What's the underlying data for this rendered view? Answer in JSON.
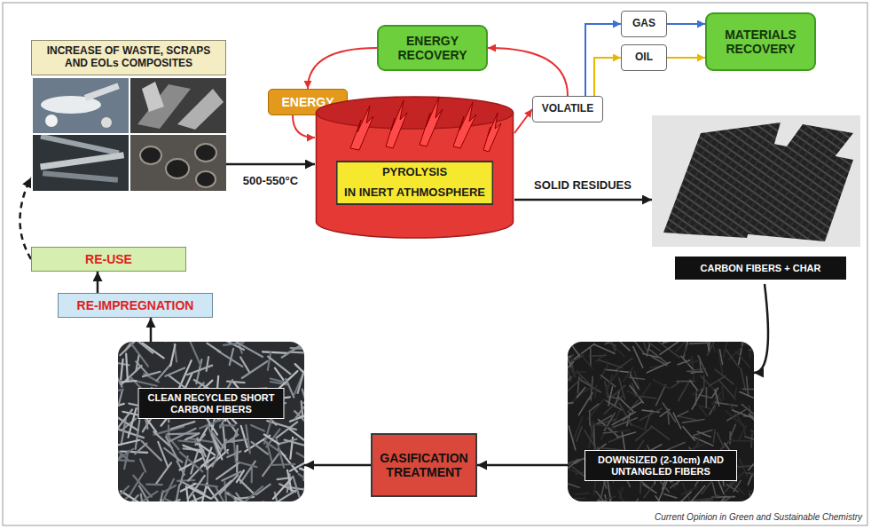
{
  "diagram": {
    "nodes": [
      {
        "text": [
          "INCREASE OF WASTE, SCRAPS AND EOLs COMPOSITES"
        ]
      },
      {
        "text": [
          "ENERGY RECOVERY"
        ]
      },
      {
        "text": [
          "ENERGY"
        ]
      },
      {
        "text": [
          "PYROLYSIS",
          "IN INERT ATHMOSPHERE"
        ]
      },
      {
        "text": [
          "VOLATILE"
        ]
      },
      {
        "text": [
          "GAS"
        ]
      },
      {
        "text": [
          "OIL"
        ]
      },
      {
        "text": [
          "MATERIALS RECOVERY"
        ]
      },
      {
        "text": [
          "CARBON FIBERS + CHAR"
        ]
      },
      {
        "text": [
          "DOWNSIZED (2-10cm) AND UNTANGLED FIBERS"
        ]
      },
      {
        "text": [
          "GASIFICATION TREATMENT"
        ]
      },
      {
        "text": [
          "CLEAN RECYCLED SHORT CARBON FIBERS"
        ]
      },
      {
        "text": [
          "RE-IMPREGNATION"
        ]
      },
      {
        "text": [
          "RE-USE"
        ]
      }
    ],
    "edges": [
      {
        "from": 0,
        "to": 3,
        "arrow": "to",
        "label": "500-550°C"
      },
      {
        "from": 3,
        "to": 4,
        "arrow": "to"
      },
      {
        "from": 4,
        "to": 1,
        "arrow": "to"
      },
      {
        "from": 1,
        "to": 2,
        "arrow": "to"
      },
      {
        "from": 2,
        "to": 3,
        "arrow": "to"
      },
      {
        "from": 4,
        "to": 5,
        "arrow": "to"
      },
      {
        "from": 4,
        "to": 6,
        "arrow": "to"
      },
      {
        "from": 5,
        "to": 7,
        "arrow": "to"
      },
      {
        "from": 6,
        "to": 7,
        "arrow": "to"
      },
      {
        "from": 3,
        "to": 8,
        "arrow": "to",
        "label": "SOLID RESIDUES"
      },
      {
        "from": 8,
        "to": 9,
        "arrow": "to"
      },
      {
        "from": 9,
        "to": 10,
        "arrow": "to"
      },
      {
        "from": 10,
        "to": 11,
        "arrow": "to"
      },
      {
        "from": 11,
        "to": 12,
        "arrow": "to"
      },
      {
        "from": 12,
        "to": 13,
        "arrow": "to"
      },
      {
        "from": 13,
        "to": 0,
        "arrow": "to"
      }
    ],
    "labels": [
      "Current Opinion in Green and Sustainable Chemistry"
    ]
  }
}
